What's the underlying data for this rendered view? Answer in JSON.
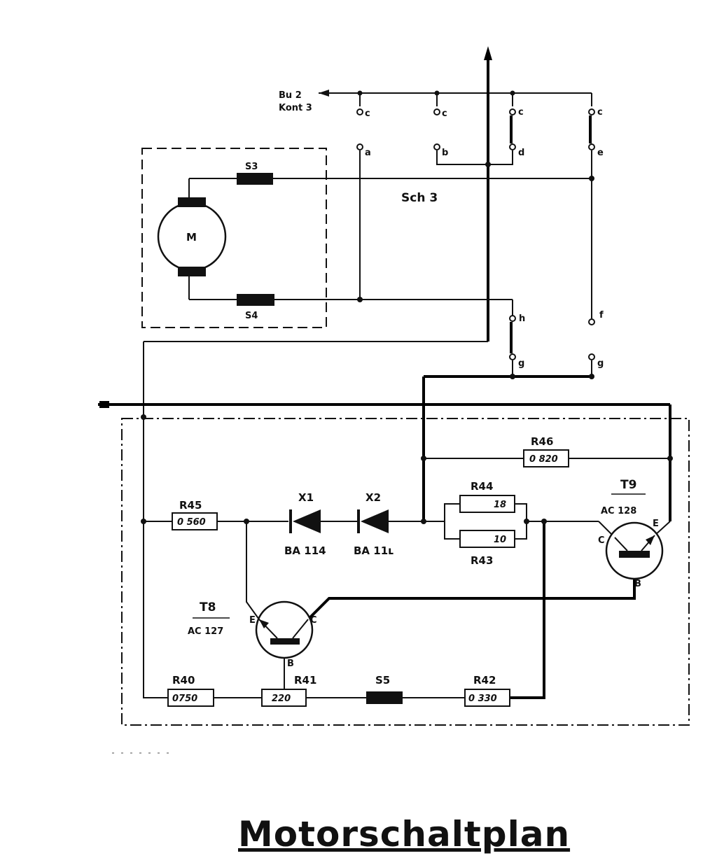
{
  "title": "Motorschaltplan",
  "connector": {
    "line1": "Bu 2",
    "line2": "Kont 3"
  },
  "switch_label": "Sch 3",
  "motor": "M",
  "windings": {
    "s3": "S3",
    "s4": "S4",
    "s5": "S5"
  },
  "contacts": {
    "a": "a",
    "b": "b",
    "c": "c",
    "d": "d",
    "e": "e",
    "f": "f",
    "g": "g",
    "h": "h"
  },
  "diodes": [
    {
      "name": "X1",
      "type": "BA 114"
    },
    {
      "name": "X2",
      "type": "BA 11ʟ"
    }
  ],
  "transistors": [
    {
      "name": "T8",
      "type": "AC 127"
    },
    {
      "name": "T9",
      "type": "AC 128"
    }
  ],
  "pins": {
    "collector": "C",
    "emitter": "E",
    "base": "B"
  },
  "resistors": [
    {
      "name": "R40",
      "value": "0750"
    },
    {
      "name": "R41",
      "value": "220"
    },
    {
      "name": "R42",
      "value": "0 330"
    },
    {
      "name": "R43",
      "value": "10"
    },
    {
      "name": "R44",
      "value": "18"
    },
    {
      "name": "R45",
      "value": "0 560"
    },
    {
      "name": "R46",
      "value": "0 820"
    }
  ]
}
